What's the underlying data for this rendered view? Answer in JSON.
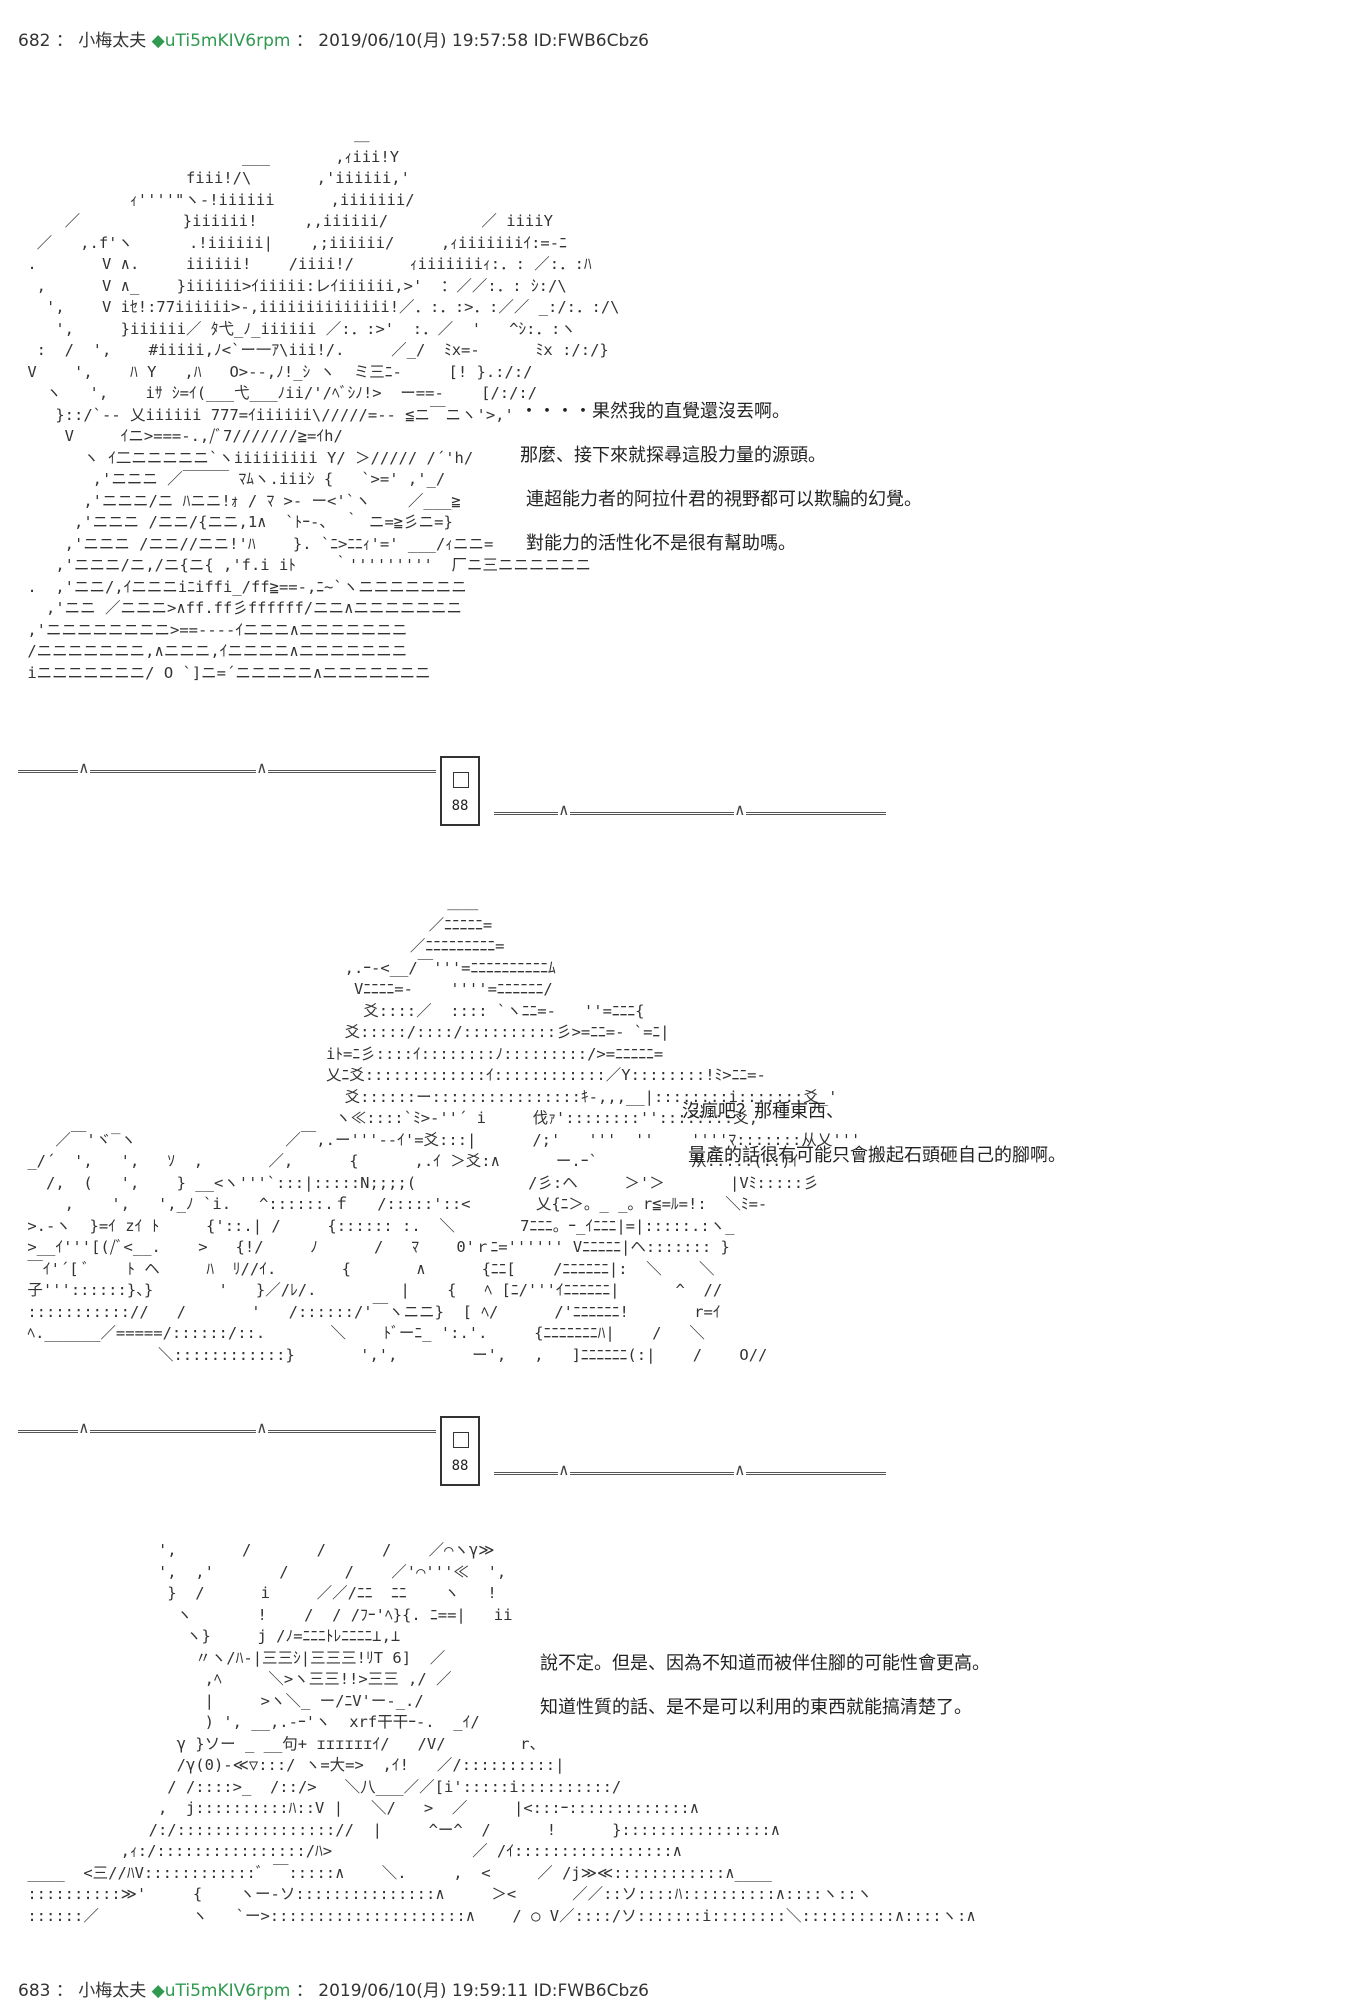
{
  "post1": {
    "number": "682",
    "sep": "：",
    "name": "小梅太夫",
    "diamond": "◆",
    "trip": "uTi5mKIV6rpm",
    "sep2": "：",
    "datetime": "2019/06/10(月) 19:57:58",
    "id": "ID:FWB6Cbz6"
  },
  "post2": {
    "number": "683",
    "sep": "：",
    "name": "小梅太夫",
    "diamond": "◆",
    "trip": "uTi5mKIV6rpm",
    "sep2": "：",
    "datetime": "2019/06/10(月) 19:59:11",
    "id": "ID:FWB6Cbz6"
  },
  "scene1": {
    "lines": [
      "・・・・果然我的直覺還沒丟啊。",
      "那麼、接下來就探尋這股力量的源頭。",
      "連超能力者的阿拉什君的視野都可以欺騙的幻覺。",
      "對能力的活性化不是很有幫助嗎。"
    ]
  },
  "scene2": {
    "lines": [
      "沒瘋吧？那種東西、",
      "量產的話很有可能只會搬起石頭砸自己的腳啊。"
    ]
  },
  "scene3": {
    "lines": [
      "說不定。但是、因為不知道而被伴住腳的可能性會更高。",
      "知道性質的話、是不是可以利用的東西就能搞清楚了。"
    ]
  },
  "dividers": [
    {
      "wave": "∧",
      "badge_number": "88"
    },
    {
      "wave": "∧",
      "badge_number": "88"
    }
  ]
}
